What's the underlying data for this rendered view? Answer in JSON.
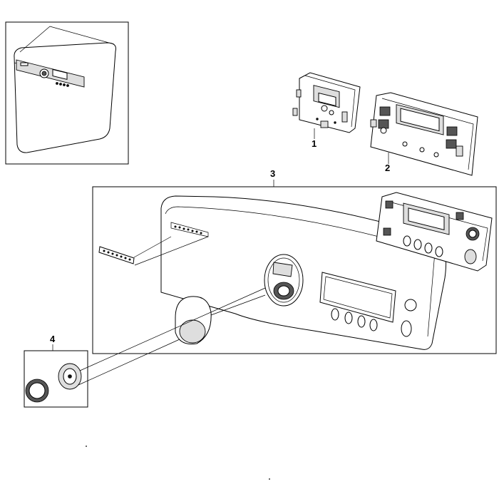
{
  "callouts": {
    "part_1": "1",
    "part_2": "2",
    "part_3": "3",
    "part_4": "4"
  },
  "colors": {
    "line": "#000000",
    "background": "#ffffff",
    "shade": "#dedede"
  }
}
